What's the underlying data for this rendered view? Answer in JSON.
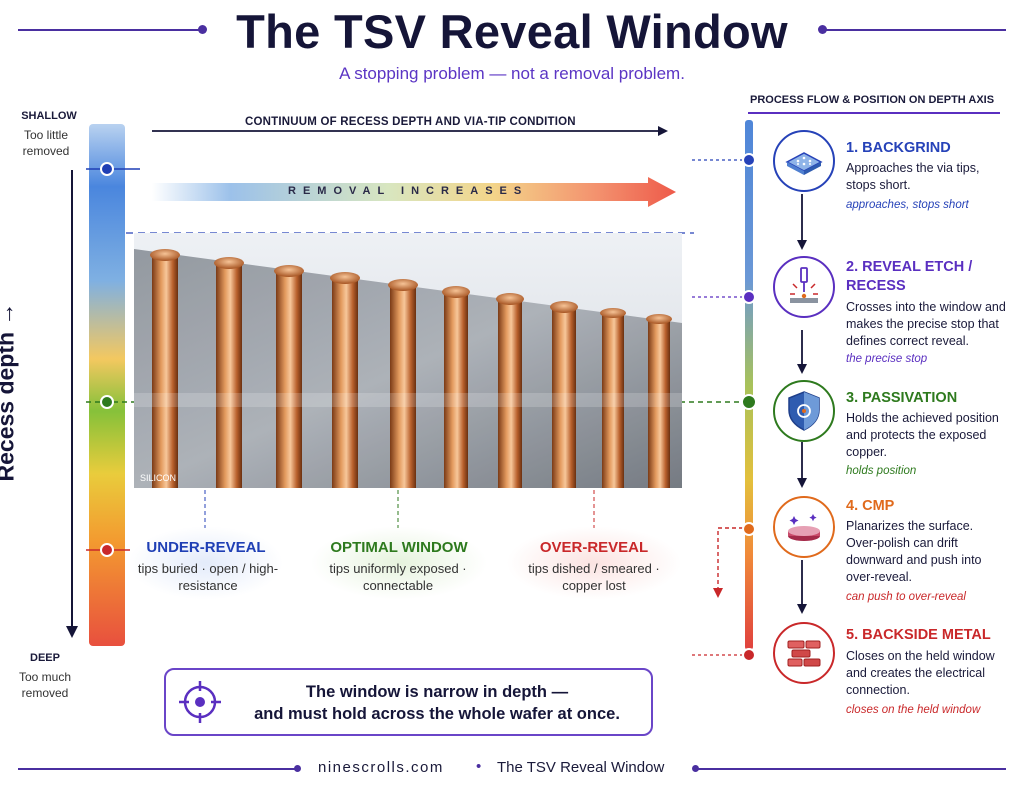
{
  "header": {
    "title": "The TSV Reveal Window",
    "subtitle": "A stopping problem — not a removal problem."
  },
  "axis": {
    "top_label": "SHALLOW",
    "top_sub": "Too little removed",
    "bottom_label": "DEEP",
    "bottom_sub": "Too much removed",
    "title": "Recess depth →"
  },
  "continuum": {
    "label": "CONTINUUM OF RECESS DEPTH AND VIA-TIP CONDITION",
    "removal": "REMOVAL INCREASES"
  },
  "wafer": {
    "substrate_label": "SILICON"
  },
  "zones": [
    {
      "title": "UNDER-REVEAL",
      "desc": "tips buried · open / high-resistance",
      "color": "#1f3fb5"
    },
    {
      "title": "OPTIMAL WINDOW",
      "desc": "tips uniformly exposed · connectable",
      "color": "#2e7a1e"
    },
    {
      "title": "OVER-REVEAL",
      "desc": "tips dished / smeared · copper lost",
      "color": "#c9282a"
    }
  ],
  "callout": {
    "line1": "The window is narrow in depth —",
    "line2": "and must hold across the whole wafer at once."
  },
  "flow": {
    "heading": "PROCESS FLOW & POSITION ON DEPTH AXIS",
    "steps": [
      {
        "title": "1. BACKGRIND",
        "desc": "Approaches the via tips, stops short.",
        "note": "approaches, stops short",
        "color": "#2642b8",
        "icon": "wafer-grind-icon"
      },
      {
        "title": "2. REVEAL ETCH / RECESS",
        "desc": "Crosses into the window and makes the precise stop that defines correct reveal.",
        "note": "the precise stop",
        "color": "#5a2fc0",
        "icon": "etch-icon"
      },
      {
        "title": "3. PASSIVATION",
        "desc": "Holds the achieved position and protects the exposed copper.",
        "note": "holds position",
        "color": "#2e7a1e",
        "icon": "shield-icon"
      },
      {
        "title": "4. CMP",
        "desc": "Planarizes the surface. Over-polish can drift downward and push into over-reveal.",
        "note": "can push to over-reveal",
        "color": "#e06a1c",
        "icon": "polish-pad-icon"
      },
      {
        "title": "5. BACKSIDE METAL",
        "desc": "Closes on the held window and creates the electrical connection.",
        "note": "closes on the held window",
        "color": "#c9282a",
        "icon": "metal-layer-icon"
      }
    ]
  },
  "footer": {
    "site": "ninescrolls.com",
    "bullet": "•",
    "title": "The TSV Reveal Window"
  }
}
